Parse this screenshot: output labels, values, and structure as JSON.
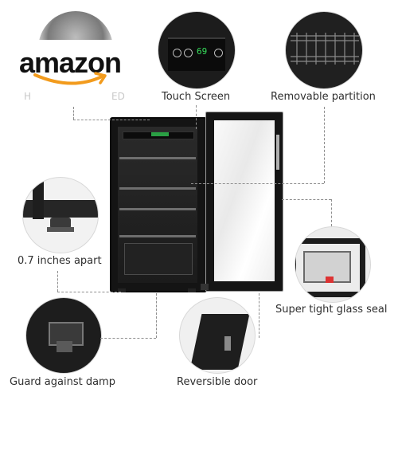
{
  "brand": {
    "logo_text": "amazon",
    "caption_fragment_left": "H",
    "caption_fragment_right": "ED"
  },
  "display": {
    "readout": "69"
  },
  "callouts": {
    "touch_screen": "Touch Screen",
    "removable_partition": "Removable partition",
    "apart": "0.7 inches apart",
    "glass_seal": "Super tight glass seal",
    "damp": "Guard against damp",
    "reversible": "Reversible door"
  },
  "colors": {
    "accent_orange": "#f29b1d",
    "display_green": "#37e05c",
    "fridge_body": "#161616",
    "steel_trim": "#9a9a9a"
  }
}
